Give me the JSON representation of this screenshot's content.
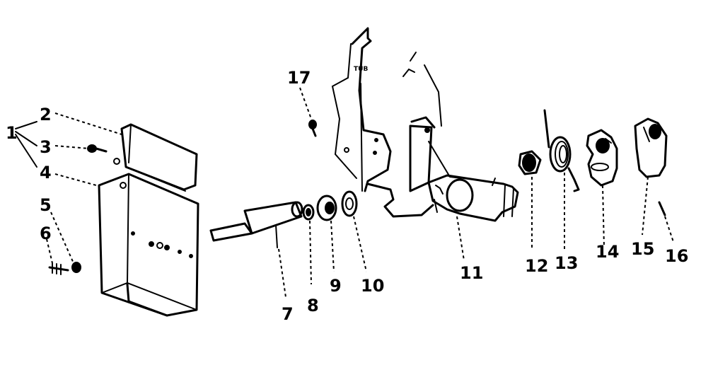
{
  "diagram": {
    "plate_marking": "TUB",
    "callouts": [
      {
        "id": "1",
        "label": "1"
      },
      {
        "id": "2",
        "label": "2"
      },
      {
        "id": "3",
        "label": "3"
      },
      {
        "id": "4",
        "label": "4"
      },
      {
        "id": "5",
        "label": "5"
      },
      {
        "id": "6",
        "label": "6"
      },
      {
        "id": "7",
        "label": "7"
      },
      {
        "id": "8",
        "label": "8"
      },
      {
        "id": "9",
        "label": "9"
      },
      {
        "id": "10",
        "label": "10"
      },
      {
        "id": "11",
        "label": "11"
      },
      {
        "id": "12",
        "label": "12"
      },
      {
        "id": "13",
        "label": "13"
      },
      {
        "id": "14",
        "label": "14"
      },
      {
        "id": "15",
        "label": "15"
      },
      {
        "id": "16",
        "label": "16"
      },
      {
        "id": "17",
        "label": "17"
      }
    ]
  }
}
